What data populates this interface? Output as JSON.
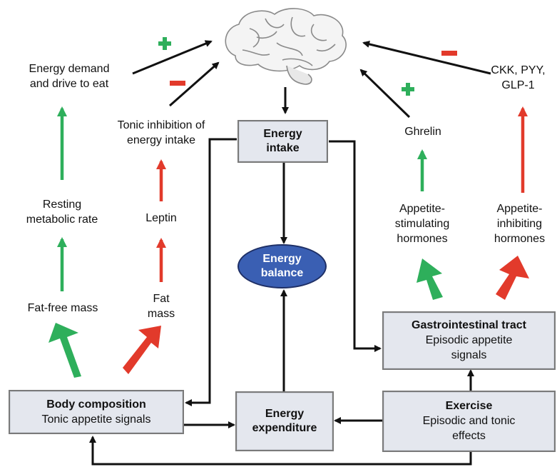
{
  "colors": {
    "positive": "#2eaf5b",
    "negative": "#e23a2b",
    "box_fill": "#e4e7ee",
    "box_border": "#7a7a7a",
    "ellipse_fill": "#3a5fb3",
    "line": "#111111"
  },
  "icons": {
    "brain": "brain-icon",
    "plus": "plus-icon",
    "minus": "minus-icon"
  },
  "labels": {
    "energy_demand": "Energy demand\nand drive to eat",
    "tonic_inhibition": "Tonic inhibition of\nenergy intake",
    "resting_metabolic_rate": "Resting\nmetabolic rate",
    "leptin": "Leptin",
    "fat_free_mass": "Fat-free mass",
    "fat_mass": "Fat\nmass",
    "ghrelin": "Ghrelin",
    "ckk_pyy_glp1": "CKK, PYY,\nGLP-1",
    "appetite_stimulating": "Appetite-\nstimulating\nhormones",
    "appetite_inhibiting": "Appetite-\ninhibiting\nhormones"
  },
  "boxes": {
    "energy_intake": {
      "title": "Energy\nintake"
    },
    "energy_balance": {
      "title": "Energy\nbalance"
    },
    "body_composition": {
      "title": "Body composition",
      "subtitle": "Tonic appetite signals"
    },
    "energy_expenditure": {
      "title": "Energy\nexpenditure"
    },
    "exercise": {
      "title": "Exercise",
      "subtitle": "Episodic and tonic\neffects"
    },
    "gastrointestinal_tract": {
      "title": "Gastrointestinal tract",
      "subtitle": "Episodic appetite\nsignals"
    }
  }
}
